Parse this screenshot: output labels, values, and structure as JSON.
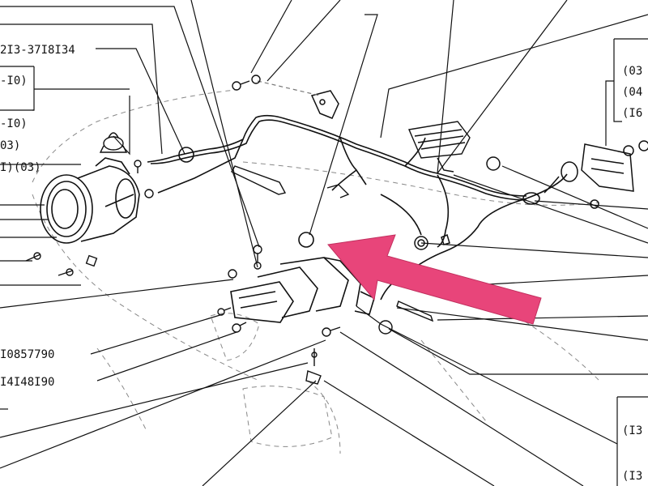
{
  "labels": {
    "top_part": "2I3-37I8I34",
    "left_bracket_top": "-I0)",
    "left_1": "-I0)",
    "left_2": "03)",
    "left_3": "I)(03)",
    "part_a": "I0857790",
    "part_b": "I4I48I90",
    "right_1": "(03",
    "right_2": "(04",
    "right_3": "(I6",
    "right_4": "(I3",
    "right_5": "(I3"
  },
  "colors": {
    "line": "#111111",
    "dash": "#777777",
    "arrow": "#e8457a"
  }
}
